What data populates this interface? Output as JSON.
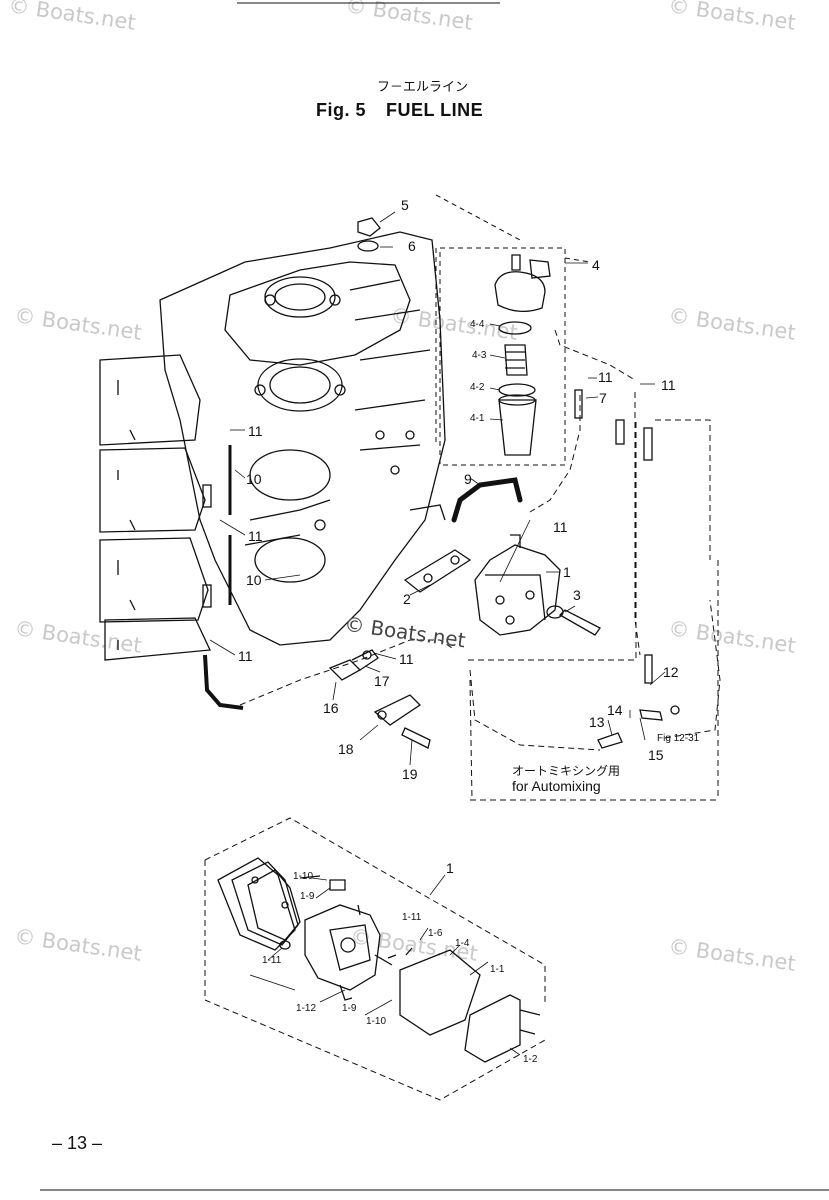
{
  "header": {
    "jp_title": "フ－エルライン",
    "fig_label": "Fig. 5",
    "fig_title": "FUEL LINE"
  },
  "watermark": "© Boats.net",
  "center_watermark": "© Boats.net",
  "callouts": {
    "c1": "1",
    "c2": "2",
    "c3": "3",
    "c4": "4",
    "c5": "5",
    "c6": "6",
    "c7": "7",
    "c9": "9",
    "c10a": "10",
    "c10b": "10",
    "c11a": "11",
    "c11b": "11",
    "c11c": "11",
    "c11d": "11",
    "c11e": "11",
    "c11f": "11",
    "c11g": "11",
    "c12": "12",
    "c13": "13",
    "c14": "14",
    "c15": "15",
    "c16": "16",
    "c17": "17",
    "c18": "18",
    "c19": "19",
    "c41": "4-1",
    "c42": "4-2",
    "c43": "4-3",
    "c44": "4-4",
    "d1": "1",
    "d11": "1-1",
    "d12": "1-2",
    "d14": "1-4",
    "d16": "1-6",
    "d19a": "1-9",
    "d19b": "1-9",
    "d110": "1-10",
    "d110b": "1-10",
    "d111": "1-11",
    "d111b": "1-11",
    "d112": "1-12"
  },
  "notes": {
    "fig_ref": "Fig 12-31",
    "automix_jp": "オートミキシング用",
    "automix_en": "for Automixing"
  },
  "footer": {
    "page_number": "– 13 –"
  }
}
